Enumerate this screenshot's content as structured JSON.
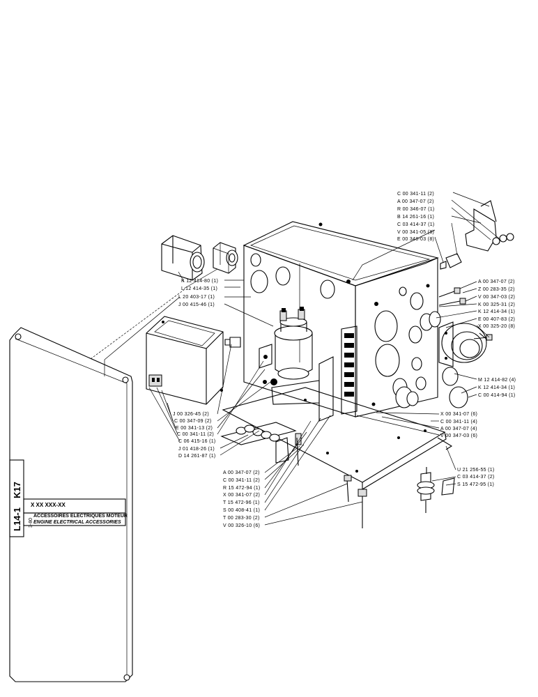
{
  "title_block": {
    "page_code_a": "K17",
    "page_code_b": "L14-1",
    "date": "3-80",
    "ref": "X XX XXX-XX",
    "title_fr": "ACCESSOIRES ELECTRIQUES MOTEUR",
    "title_en": "ENGINE ELECTRICAL ACCESSORIES"
  },
  "labels": {
    "top_right": [
      "C 00 341-11 (2)",
      "A 00 347-07 (2)",
      "R 00 346-07 (1)",
      "B 14 261-16 (1)",
      "C 03 414-37 (1)",
      "V 00 341-05 (8)",
      "E 00 348-03 (8)"
    ],
    "right": [
      "A 00 347-07 (2)",
      "Z 00 283-35 (2)",
      "V 00 347-03 (2)",
      "K 00 325-31 (2)",
      "K 12 414-34 (1)",
      "E 00 407-83 (2)",
      "X 00 325-20 (8)"
    ],
    "right_mid": [
      "M 12 414-82 (4)",
      "K 12 414-34 (1)",
      "C 00 414-94 (1)"
    ],
    "right_low": [
      "X 00 341-07 (6)",
      "C 00 341-11 (4)",
      "A 00 347-07 (4)",
      "V 00 347-03 (6)"
    ],
    "bottom_right": [
      "U 21 256-55 (1)",
      "C 03 414-37 (2)",
      "S 15 472-95 (1)"
    ],
    "upper_left": [
      "K 12 414-80 (1)",
      "L 12 414-35 (1)",
      "L 20 403-17 (1)",
      "J 00 415-46 (1)"
    ],
    "mid_left": [
      "J 00 326-45 (2)",
      "C 00 347-09 (2)",
      "E 00 341-13 (2)",
      "C 00 341-11 (2)",
      "C 06 415-16 (1)",
      "J 01 418-26 (1)",
      "D 14 261-87 (1)"
    ],
    "bottom_center": [
      "A 00 347-07 (2)",
      "C 00 341-11 (2)",
      "R 15 472-94 (1)",
      "X 00 341-07 (2)",
      "T 15 472-96 (1)",
      "S 00 408-41 (1)",
      "T 00 283-30 (2)",
      "V 00 326-10 (6)"
    ]
  }
}
